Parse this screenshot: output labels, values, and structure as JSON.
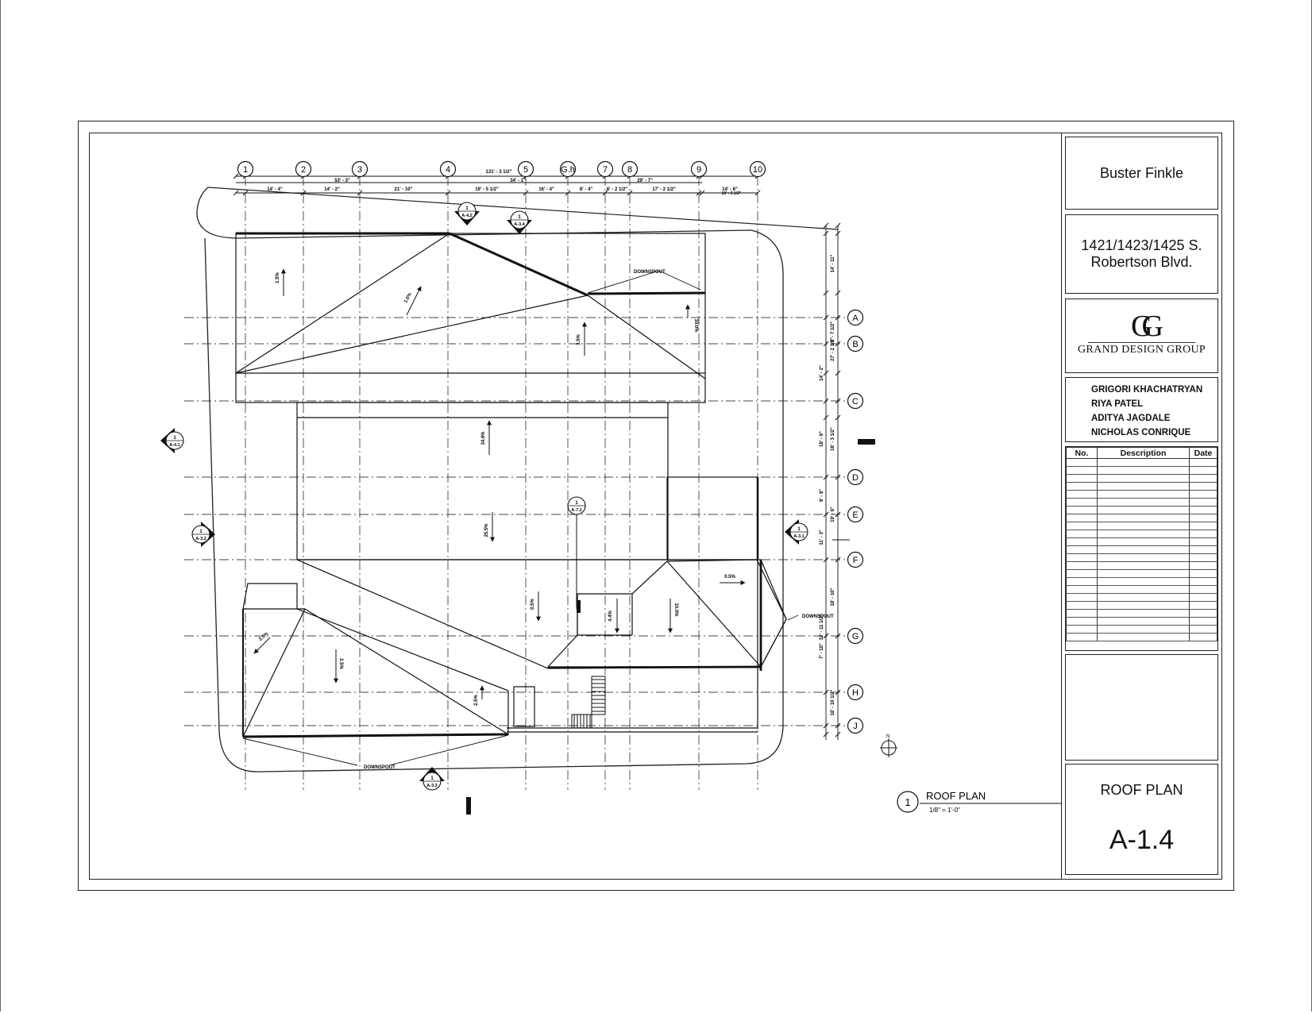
{
  "title_block": {
    "client": "Buster Finkle",
    "address_line1": "1421/1423/1425 S.",
    "address_line2": "Robertson Blvd.",
    "logo_monogram": "GG",
    "logo_name": "GRAND DESIGN GROUP",
    "team": [
      "GRIGORI KHACHATRYAN",
      "RIYA PATEL",
      "ADITYA JAGDALE",
      "NICHOLAS CONRIQUE"
    ],
    "revisions_header": {
      "no": "No.",
      "description": "Description",
      "date": "Date"
    },
    "sheet_title": "ROOF PLAN",
    "sheet_number": "A-1.4"
  },
  "drawing": {
    "view_number": "1",
    "view_title": "ROOF PLAN",
    "view_scale": "1/8\" = 1'-0\"",
    "grid_columns": [
      "1",
      "2",
      "3",
      "4",
      "5",
      "G.h",
      "7",
      "8",
      "9",
      "10"
    ],
    "grid_rows": [
      "A",
      "B",
      "C",
      "D",
      "E",
      "F",
      "G",
      "H",
      "J"
    ],
    "top_dimensions": {
      "overall": "131' - 3 1/2\"",
      "group_1_3": "53' - 3\"",
      "group_5_7": "34' - 1\"",
      "group_8_9": "29' - 7\"",
      "segments": [
        "14' - 4\"",
        "14' - 2\"",
        "21' - 10\"",
        "19' - 5 1/2\"",
        "16' - 4\"",
        "8' - 4\"",
        "6' - 2 1/2\"",
        "17' - 2 1/2\"",
        "14' - 6\""
      ],
      "end_segment": "10' - 5 1/2\""
    },
    "right_dimensions": [
      "14' - 11\"",
      "6' - 7 1/2\"",
      "14' - 2\"",
      "27' - 2 1/2\"",
      "18' - 9\"",
      "18' - 3 1/2\"",
      "9' - 9\"",
      "19' - 6\"",
      "11' - 3\"",
      "18' - 10\"",
      "32' - 11 1/2\"",
      "7' - 10\"",
      "18' - 10 1/2\""
    ],
    "slopes": [
      "1.5%",
      "1.0%",
      "3.5%",
      "10.0%",
      "34.6%",
      "25.5%",
      "0.5%",
      "0.5%",
      "4.4%",
      "10.0%",
      "2.5%",
      "2.5%",
      "2.5%"
    ],
    "notes": {
      "downspout": "DOWNSPOUT"
    },
    "section_marks": [
      {
        "num": "1",
        "sheet": "A-4.2"
      },
      {
        "num": "1",
        "sheet": "A-3.4"
      },
      {
        "num": "1",
        "sheet": "A-4.1"
      },
      {
        "num": "1",
        "sheet": "A-3.2"
      },
      {
        "num": "1",
        "sheet": "A-3.1"
      },
      {
        "num": "1",
        "sheet": "A-7.2"
      },
      {
        "num": "1",
        "sheet": "A-3.3"
      }
    ],
    "north_label": "N"
  }
}
